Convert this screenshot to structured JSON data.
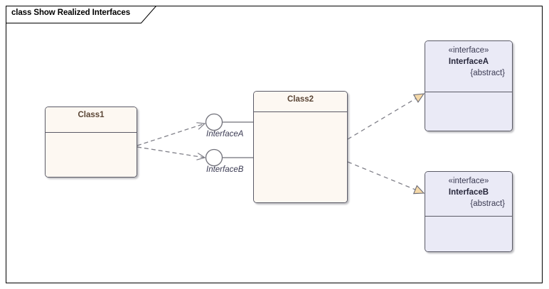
{
  "diagram": {
    "frame_title": "class Show Realized Interfaces",
    "background": "#ffffff",
    "border_color": "#000000"
  },
  "palette": {
    "class_fill": "#fdf8f2",
    "class_border": "#5a5a66",
    "class_text": "#5b4636",
    "interface_fill": "#eaeaf6",
    "interface_border": "#5a5a66",
    "interface_text": "#26263a",
    "connector": "#808089",
    "arrowhead_fill": "#f5d9a8"
  },
  "nodes": {
    "class1": {
      "name": "Class1",
      "kind": "class"
    },
    "class2": {
      "name": "Class2",
      "kind": "class"
    },
    "interfaceA": {
      "stereotype": "«interface»",
      "name": "InterfaceA",
      "property": "{abstract}",
      "kind": "interface"
    },
    "interfaceB": {
      "stereotype": "«interface»",
      "name": "InterfaceB",
      "property": "{abstract}",
      "kind": "interface"
    }
  },
  "lollipops": [
    {
      "label": "InterfaceA"
    },
    {
      "label": "InterfaceB"
    }
  ],
  "connectors": [
    {
      "name": "class1-uses-interfaceA",
      "style": "dashed",
      "arrow": "open"
    },
    {
      "name": "class1-uses-interfaceB",
      "style": "dashed",
      "arrow": "open"
    },
    {
      "name": "class2-realizes-interfaceA",
      "style": "dashed",
      "arrow": "closed-triangle"
    },
    {
      "name": "class2-realizes-interfaceB",
      "style": "dashed",
      "arrow": "closed-triangle"
    },
    {
      "name": "class2-provides-interfaceA",
      "style": "solid",
      "arrow": "ball"
    },
    {
      "name": "class2-provides-interfaceB",
      "style": "solid",
      "arrow": "ball"
    }
  ]
}
